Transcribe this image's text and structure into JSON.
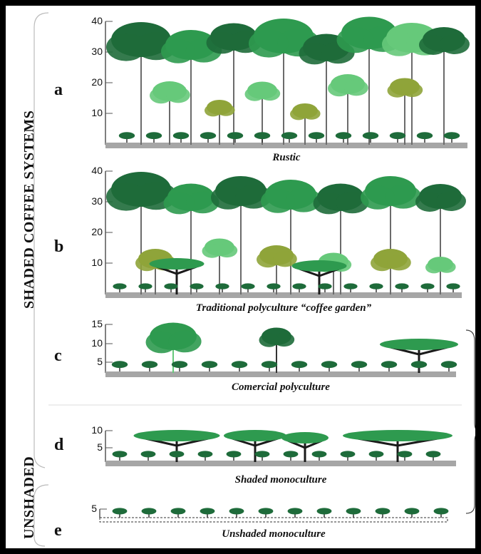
{
  "side_labels": {
    "shaded": "SHADED COFFEE SYSTEMS",
    "unshaded": "UNSHADED"
  },
  "panels": [
    {
      "letter": "a",
      "caption": "Rustic",
      "ticks": [
        "40",
        "30",
        "20",
        "10"
      ]
    },
    {
      "letter": "b",
      "caption": "Traditional polyculture “coffee garden”",
      "ticks": [
        "40",
        "30",
        "20",
        "10"
      ]
    },
    {
      "letter": "c",
      "caption": "Comercial polyculture",
      "ticks": [
        "15",
        "10",
        "5"
      ]
    },
    {
      "letter": "d",
      "caption": "Shaded monoculture",
      "ticks": [
        "10",
        "5"
      ]
    },
    {
      "letter": "e",
      "caption": "Unshaded monoculture",
      "ticks": [
        "5"
      ]
    }
  ],
  "colors": {
    "dark_green": "#1e6b3a",
    "mid_green": "#2e9a4f",
    "light_green": "#66c97a",
    "olive": "#8fa43a",
    "trunk": "#6b6b6b",
    "ground": "#a6a6a6"
  }
}
